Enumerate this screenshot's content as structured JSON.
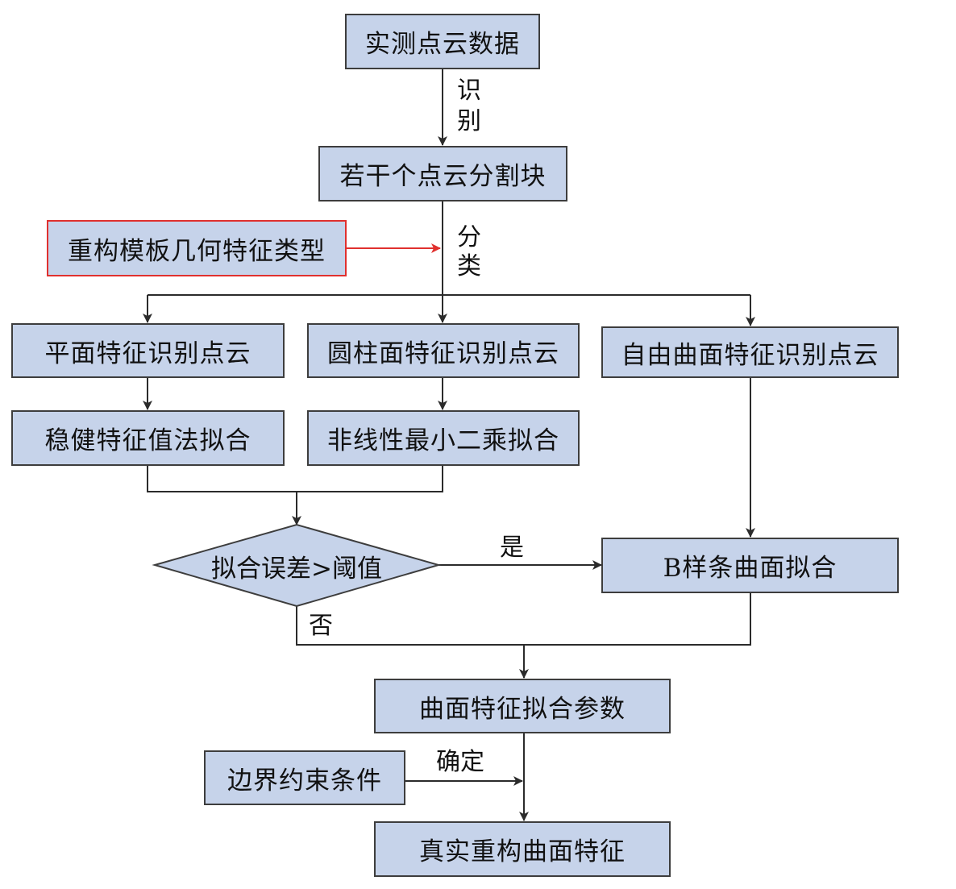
{
  "nodes": {
    "n_raw": "实测点云数据",
    "n_segments": "若干个点云分割块",
    "n_template": "重构模板几何特征类型",
    "n_plane": "平面特征识别点云",
    "n_cylinder": "圆柱面特征识别点云",
    "n_freeform": "自由曲面特征识别点云",
    "n_robust": "稳健特征值法拟合",
    "n_nls": "非线性最小二乘拟合",
    "n_decision": "拟合误差>阈值",
    "n_bspline": "B样条曲面拟合",
    "n_params": "曲面特征拟合参数",
    "n_boundary": "边界约束条件",
    "n_final": "真实重构曲面特征"
  },
  "edge_labels": {
    "identify": [
      "识",
      "别"
    ],
    "classify": [
      "分",
      "类"
    ],
    "yes": "是",
    "no": "否",
    "determine": "确定"
  },
  "colors": {
    "box_fill": "#c6d3ea",
    "box_border": "#3d3d3d",
    "highlight_border": "#e0302e",
    "arrow": "#2b2b2b",
    "highlight_arrow": "#e0302e"
  }
}
